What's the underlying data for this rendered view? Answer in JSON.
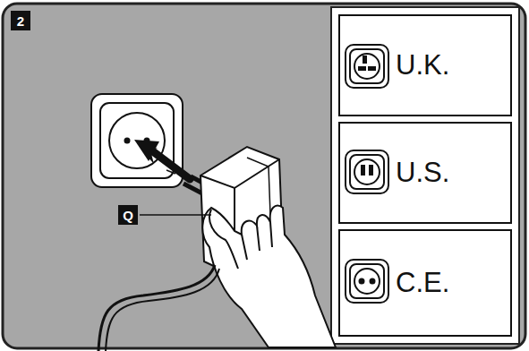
{
  "diagram": {
    "nodes": [
      {
        "text": [
          "2"
        ]
      },
      {
        "text": [
          "Q"
        ]
      },
      {
        "text": [
          "U.K."
        ]
      },
      {
        "text": [
          "U.S."
        ]
      },
      {
        "text": [
          "C.E."
        ]
      }
    ]
  }
}
